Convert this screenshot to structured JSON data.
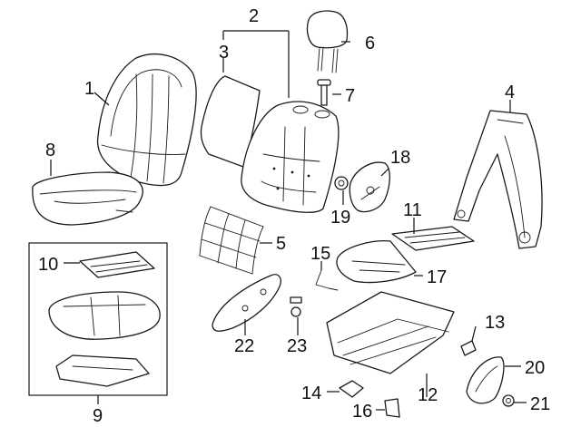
{
  "callouts": [
    {
      "id": "1",
      "label": "1"
    },
    {
      "id": "2",
      "label": "2"
    },
    {
      "id": "3",
      "label": "3"
    },
    {
      "id": "4",
      "label": "4"
    },
    {
      "id": "5",
      "label": "5"
    },
    {
      "id": "6",
      "label": "6"
    },
    {
      "id": "7",
      "label": "7"
    },
    {
      "id": "8",
      "label": "8"
    },
    {
      "id": "9",
      "label": "9"
    },
    {
      "id": "10",
      "label": "10"
    },
    {
      "id": "11",
      "label": "11"
    },
    {
      "id": "12",
      "label": "12"
    },
    {
      "id": "13",
      "label": "13"
    },
    {
      "id": "14",
      "label": "14"
    },
    {
      "id": "15",
      "label": "15"
    },
    {
      "id": "16",
      "label": "16"
    },
    {
      "id": "17",
      "label": "17"
    },
    {
      "id": "18",
      "label": "18"
    },
    {
      "id": "19",
      "label": "19"
    },
    {
      "id": "20",
      "label": "20"
    },
    {
      "id": "21",
      "label": "21"
    },
    {
      "id": "22",
      "label": "22"
    },
    {
      "id": "23",
      "label": "23"
    }
  ],
  "colors": {
    "line": "#1a1a1a",
    "background": "#ffffff",
    "accent_fill": "#d9d9d9"
  }
}
